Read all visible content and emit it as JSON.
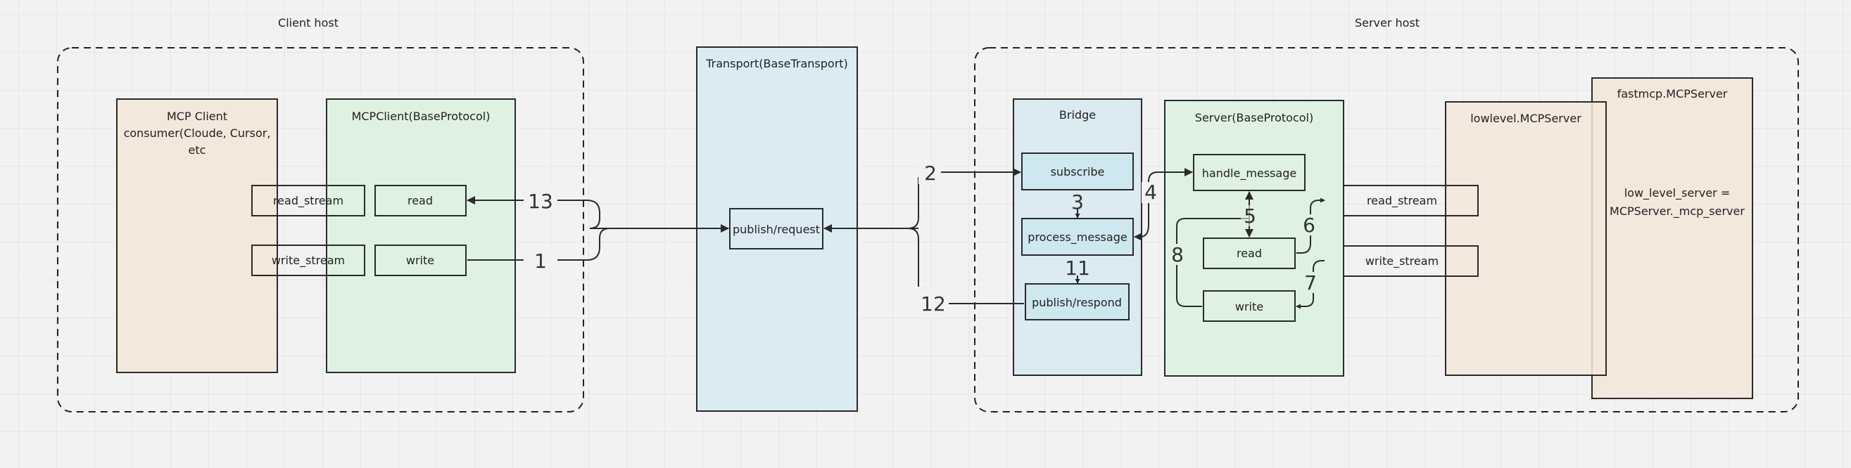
{
  "groups": {
    "client_host": "Client host",
    "server_host": "Server host"
  },
  "nodes": {
    "mcp_client_consumer": {
      "line1": "MCP Client",
      "line2": "consumer(Cloude, Cursor,",
      "line3": "etc"
    },
    "mcpclient_base_protocol": "MCPClient(BaseProtocol)",
    "client_read_stream": "read_stream",
    "client_write_stream": "write_stream",
    "client_read": "read",
    "client_write": "write",
    "transport": "Transport(BaseTransport)",
    "publish_request": "publish/request",
    "bridge": "Bridge",
    "subscribe": "subscribe",
    "process_message": "process_message",
    "publish_respond": "publish/respond",
    "server_base_protocol": "Server(BaseProtocol)",
    "handle_message": "handle_message",
    "server_read": "read",
    "server_write": "write",
    "lowlevel_server": "lowlevel.MCPServer",
    "server_read_stream": "read_stream",
    "server_write_stream": "write_stream",
    "fastmcp_server": "fastmcp.MCPServer",
    "low_level_server_line1": "low_level_server =",
    "low_level_server_line2": "MCPServer._mcp_server"
  },
  "edges": {
    "step_1": "1",
    "step_2": "2",
    "step_3": "3",
    "step_4": "4",
    "step_5": "5",
    "step_6": "6",
    "step_7": "7",
    "step_8": "8",
    "step_11": "11",
    "step_12": "12",
    "step_13": "13"
  },
  "colors": {
    "background": "#f2f2f2",
    "grid": "#e3e3e3",
    "orange_fill": "#f3e8dc",
    "green_fill": "#dff1e3",
    "blue_fill": "#dcebf2",
    "bridge_item_fill": "#cfe7ef",
    "stroke": "#2a2a2a"
  }
}
